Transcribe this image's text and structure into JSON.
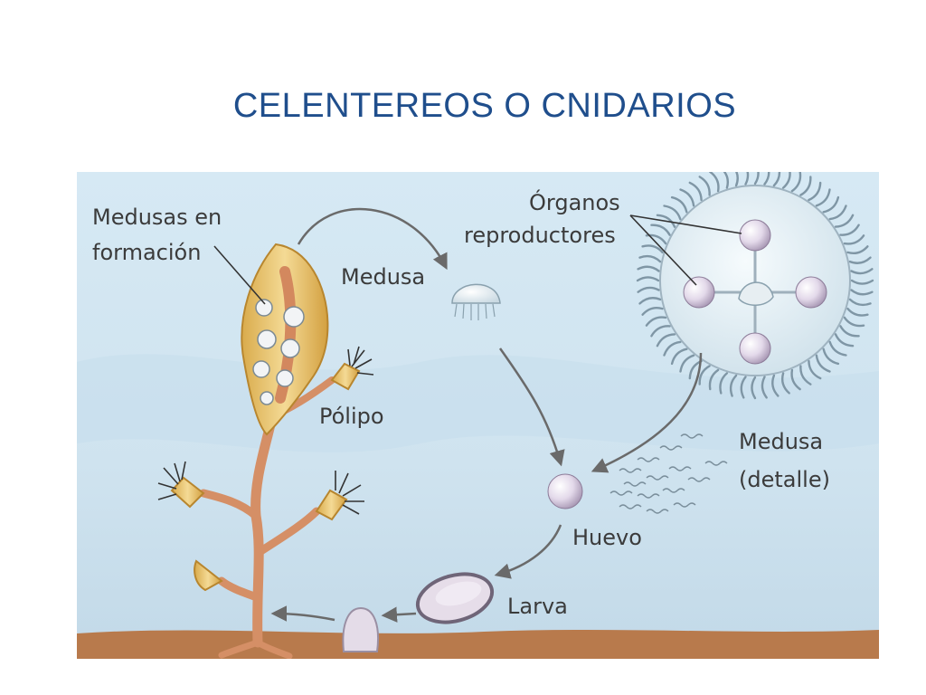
{
  "slide": {
    "title": "CELENTEREOS O CNIDARIOS"
  },
  "diagram": {
    "labels": {
      "medusas_en_formacion_1": "Medusas en",
      "medusas_en_formacion_2": "formación",
      "medusa": "Medusa",
      "polipo": "Pólipo",
      "organos_1": "Órganos",
      "organos_2": "reproductores",
      "medusa_detalle_1": "Medusa",
      "medusa_detalle_2": "(detalle)",
      "huevo": "Huevo",
      "larva": "Larva"
    },
    "colors": {
      "water": "#cfe4f1",
      "seabed": "#b87a4c",
      "stalk": "#d58f66",
      "theca": "#e8c574",
      "arrow": "#6a6a6a",
      "sphere": "#ddd0e4",
      "fringe": "#7f96a5"
    }
  }
}
